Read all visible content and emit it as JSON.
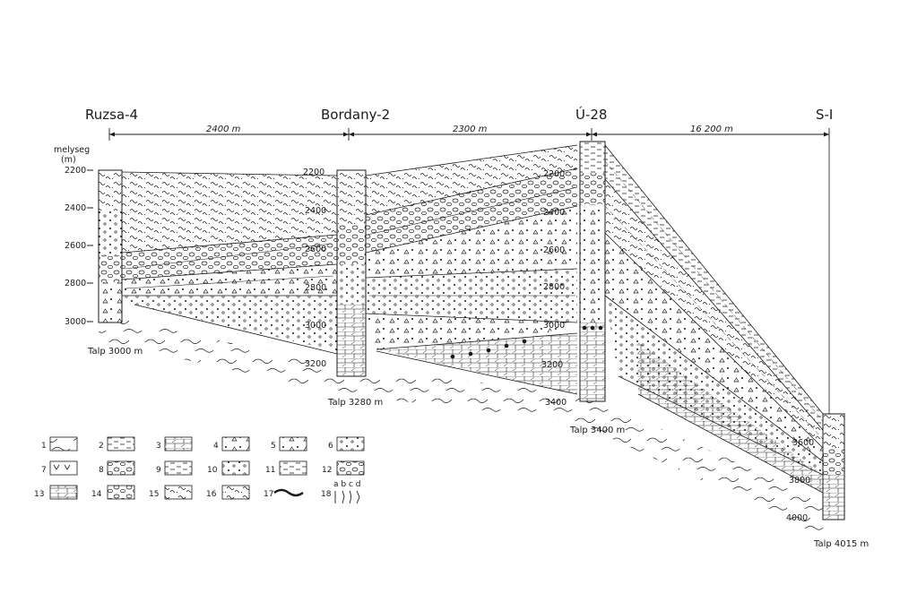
{
  "wells": [
    {
      "name": "Ruzsa-4",
      "talp": "Talp 3000 m"
    },
    {
      "name": "Bordany-2",
      "talp": "Talp 3280 m"
    },
    {
      "name": "Ú-28",
      "talp": "Talp 3400 m"
    },
    {
      "name": "S-I",
      "talp": "Talp 4015 m"
    }
  ],
  "distances": [
    "2400 m",
    "2300 m",
    "16 200 m"
  ],
  "depth_axis": {
    "title_line1": "melyseg",
    "title_line2": "(m)",
    "ticks": [
      "2200",
      "2400",
      "2600",
      "2800",
      "3000"
    ]
  },
  "well_depth_labels": {
    "bordany": [
      "2200",
      "2400",
      "2600",
      "2800",
      "3000",
      "3200"
    ],
    "u28": [
      "2200",
      "2400",
      "2600",
      "2800",
      "3000",
      "3200",
      "3400"
    ],
    "s1": [
      "3600",
      "3800",
      "4000"
    ]
  },
  "legend": {
    "items": [
      "1",
      "2",
      "3",
      "4",
      "5",
      "6",
      "7",
      "8",
      "9",
      "10",
      "11",
      "12",
      "13",
      "14",
      "15",
      "16",
      "17",
      "18"
    ],
    "item18_sub": "a b c d"
  },
  "colors": {
    "ink": "#1a1a1a",
    "paper": "#ffffff"
  }
}
